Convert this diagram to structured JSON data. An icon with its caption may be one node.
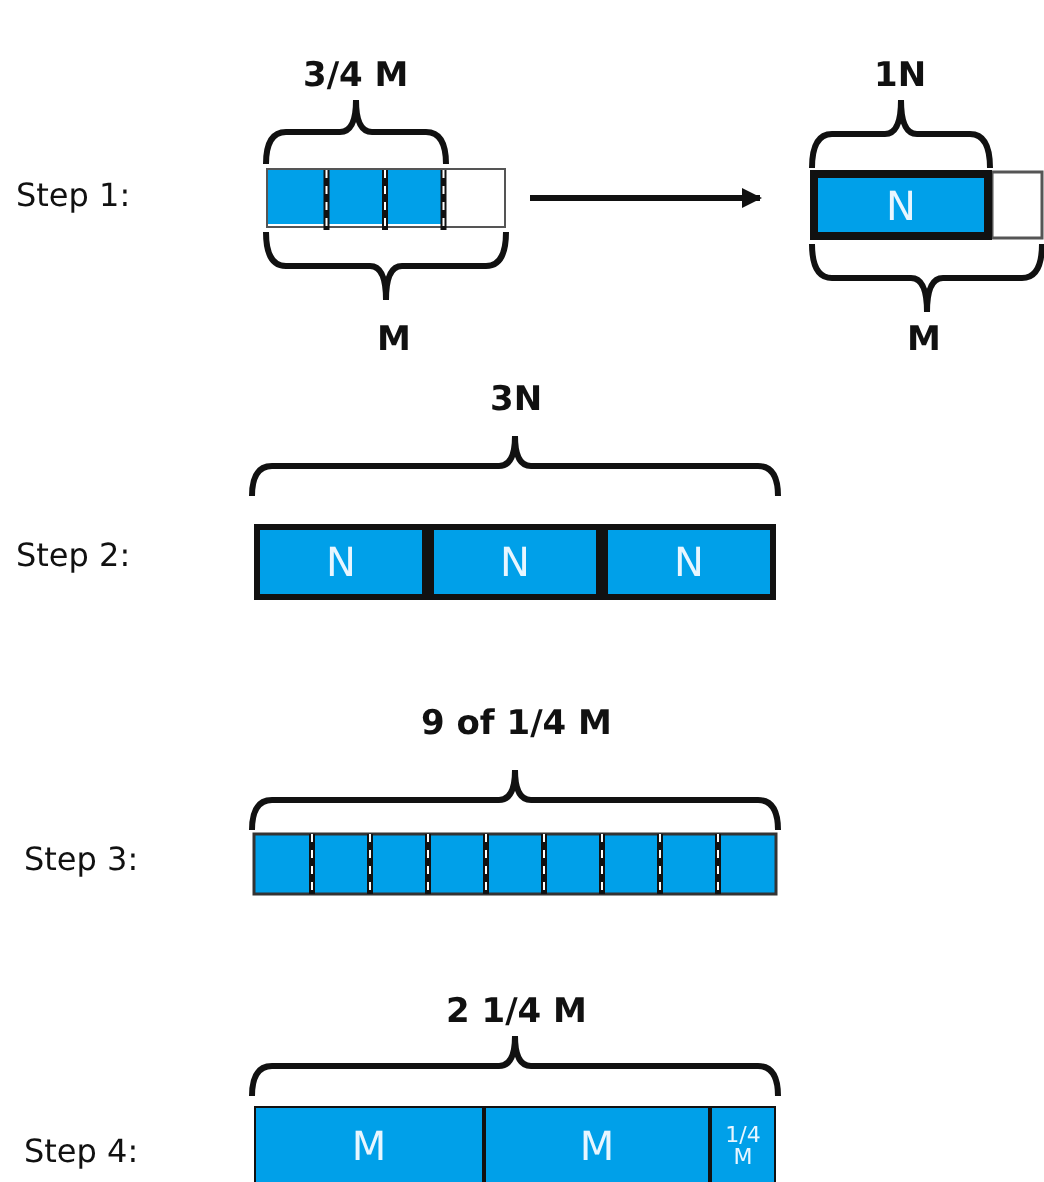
{
  "diagram": {
    "nodes": [
      {
        "text": [],
        "shape": "bar"
      },
      {
        "text": [
          "N"
        ]
      },
      {
        "text": [
          "N"
        ]
      },
      {
        "text": [
          "N"
        ]
      },
      {
        "text": [
          "N"
        ]
      },
      {
        "text": [
          "M"
        ]
      },
      {
        "text": [
          "M"
        ]
      },
      {
        "text": [
          "1/4 M"
        ]
      }
    ],
    "edges": [
      {
        "from": 0,
        "to": 1,
        "arrow": "to"
      }
    ],
    "labels": [
      "3/4 M",
      "1N",
      "Step 1:",
      "M",
      "M",
      "3N",
      "Step 2:",
      "9 of 1/4 M",
      "Step 3:",
      "2 1/4 M",
      "Step 4:"
    ]
  }
}
